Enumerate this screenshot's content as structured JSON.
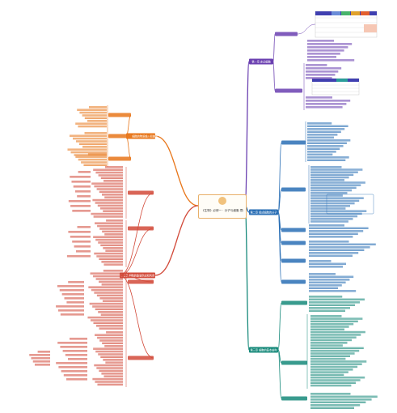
{
  "root": {
    "title": "《生物》必修一 · 分子与细胞 思维导图"
  },
  "colors": {
    "purple": "#6a3fb0",
    "blue": "#2a6fb5",
    "teal": "#16897a",
    "orange": "#e8761a",
    "red": "#d24a3a",
    "table_header": "#3f3fb0",
    "table_accent": "#e35f2e"
  },
  "branches": [
    {
      "id": "b1",
      "label": "第一章 走近细胞",
      "color": "purple",
      "side": "right"
    },
    {
      "id": "b2",
      "label": "第二章 组成细胞的分子",
      "color": "blue",
      "side": "right"
    },
    {
      "id": "b3",
      "label": "第三章 细胞的基本结构",
      "color": "teal",
      "side": "right"
    },
    {
      "id": "b4",
      "label": "第四章 细胞的物质输入和输出",
      "color": "orange",
      "side": "left"
    },
    {
      "id": "b5",
      "label": "第五章 细胞的能量供应和利用",
      "color": "red",
      "side": "left"
    }
  ]
}
